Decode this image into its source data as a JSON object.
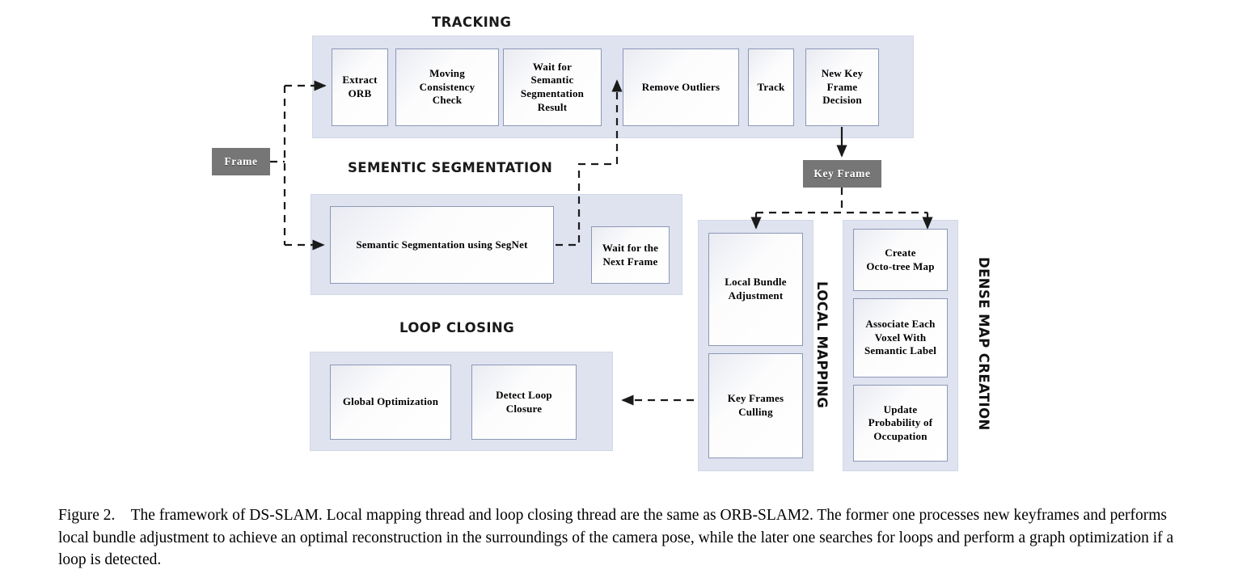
{
  "figure": {
    "caption_label": "Figure 2.",
    "caption_gap": "    ",
    "caption_text": "The framework of DS-SLAM. Local mapping thread and loop closing thread are the same as ORB-SLAM2. The former one processes new keyframes and performs local bundle adjustment to achieve an optimal reconstruction in the surroundings of the camera pose, while the later one searches for loops and perform a graph optimization if a loop is detected."
  },
  "colors": {
    "panel_fill": "#dfe3f0",
    "panel_border": "#d2d7e8",
    "box_border": "#8b98b5",
    "token_fill": "#767676",
    "token_text": "#ffffff",
    "connector": "#1a1a1a",
    "text": "#000000"
  },
  "sections": {
    "tracking": {
      "title": "TRACKING",
      "boxes": [
        {
          "label": "Extract\nORB"
        },
        {
          "label": "Moving\nConsistency\nCheck"
        },
        {
          "label": "Wait for\nSemantic\nSegmentation\nResult"
        },
        {
          "label": "Remove Outliers"
        },
        {
          "label": "Track"
        },
        {
          "label": "New Key\nFrame\nDecision"
        }
      ]
    },
    "semantic_segmentation": {
      "title": "SEMENTIC SEGMENTATION",
      "boxes": [
        {
          "label": "Semantic Segmentation using SegNet"
        },
        {
          "label": "Wait for the\nNext Frame"
        }
      ]
    },
    "loop_closing": {
      "title": "LOOP CLOSING",
      "boxes": [
        {
          "label": "Global Optimization"
        },
        {
          "label": "Detect Loop\nClosure"
        }
      ]
    },
    "local_mapping": {
      "title": "LOCAL MAPPING",
      "boxes": [
        {
          "label": "Local Bundle\nAdjustment"
        },
        {
          "label": "Key Frames\nCulling"
        }
      ]
    },
    "dense_map_creation": {
      "title": "DENSE MAP CREATION",
      "boxes": [
        {
          "label": "Create\nOcto-tree Map"
        },
        {
          "label": "Associate Each\nVoxel With\nSemantic Label"
        },
        {
          "label": "Update\nProbability of\nOccupation"
        }
      ]
    }
  },
  "tokens": {
    "frame": "Frame",
    "key_frame": "Key Frame"
  }
}
